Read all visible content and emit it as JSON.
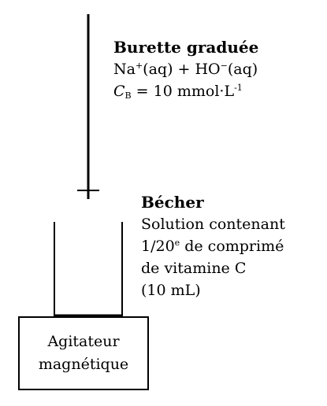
{
  "burette": {
    "title": "Burette graduée",
    "solution_prefix": "Na",
    "solution_sup1": "+",
    "solution_mid": "(aq) + HO",
    "solution_sup2": "−",
    "solution_suffix": "(aq)",
    "conc_symbol": "C",
    "conc_sub": "B",
    "conc_value": " = 10 mmol·L",
    "conc_exp": "-1"
  },
  "becher": {
    "title": "Bécher",
    "line1": "Solution contenant",
    "line2_prefix": "1/20",
    "line2_sup": "e",
    "line2_suffix": " de comprimé",
    "line3": "de vitamine C",
    "line4": "(10 mL)"
  },
  "agitator": {
    "line1": "Agitateur",
    "line2": "magnétique"
  }
}
